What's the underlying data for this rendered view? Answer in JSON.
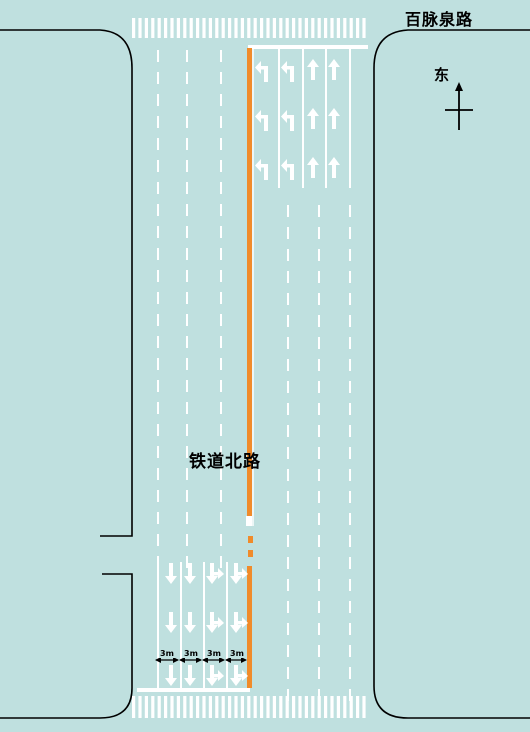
{
  "streets": {
    "cross_street": "百脉泉路",
    "main_street": "铁道北路"
  },
  "compass": {
    "label": "东"
  },
  "lane_width_labels": [
    "3m",
    "3m",
    "3m",
    "3m"
  ],
  "colors": {
    "background": "#bfe0df",
    "marking": "#ffffff",
    "curb": "#000000",
    "center_line": "#f08b2a"
  },
  "icons": {
    "north_lane_arrows": [
      "left-turn-arrow",
      "left-turn-arrow",
      "straight-arrow",
      "straight-arrow"
    ],
    "south_lane_arrows": [
      "straight-arrow",
      "straight-arrow",
      "straight-right-arrow",
      "straight-right-arrow"
    ]
  }
}
